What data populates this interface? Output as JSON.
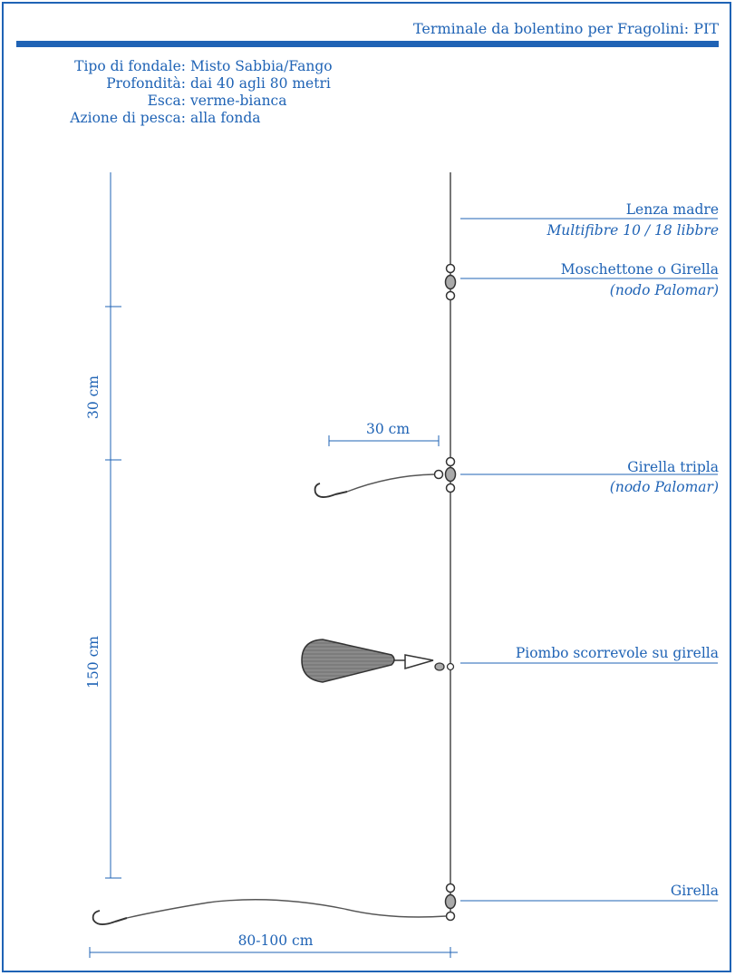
{
  "title": "Terminale da bolentino per Fragolini: PIT",
  "info": [
    {
      "key": "Tipo di fondale:",
      "value": "Misto Sabbia/Fango"
    },
    {
      "key": "Profondità:",
      "value": "dai 40 agli 80 metri"
    },
    {
      "key": "Esca:",
      "value": "verme-bianca"
    },
    {
      "key": "Azione di pesca:",
      "value": "alla fonda"
    }
  ],
  "labels": {
    "mainline": "Lenza madre",
    "mainline_sub": "Multifibre 10 / 18 libbre",
    "snap": "Moschettone o Girella",
    "snap_sub": "(nodo Palomar)",
    "triple": "Girella tripla",
    "triple_sub": "(nodo Palomar)",
    "sinker": "Piombo scorrevole su girella",
    "swivel": "Girella"
  },
  "dimensions": {
    "upper": "30 cm",
    "lower": "150 cm",
    "branch": "30 cm",
    "leader": "80-100 cm"
  },
  "colors": {
    "accent": "#1f63b5",
    "line": "#555555"
  }
}
